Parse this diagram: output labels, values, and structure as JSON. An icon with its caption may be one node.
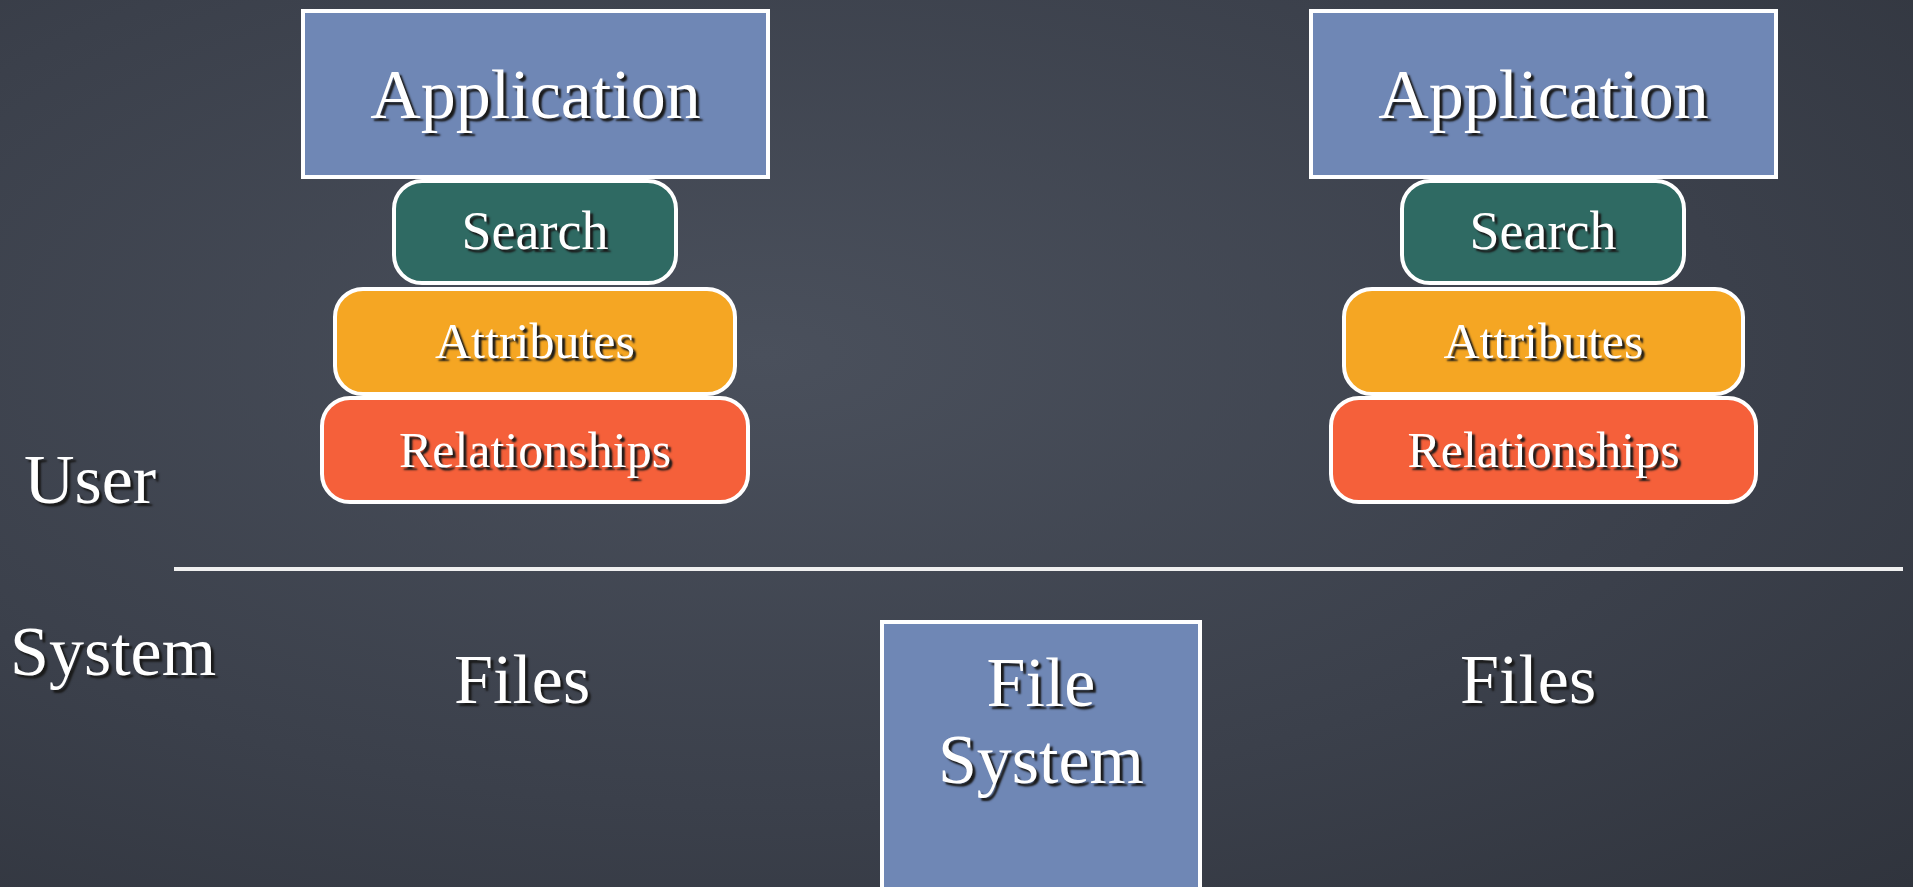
{
  "diagram": {
    "nodes": [
      {
        "text": [
          "Application"
        ]
      },
      {
        "text": [
          "Search"
        ]
      },
      {
        "text": [
          "Attributes"
        ]
      },
      {
        "text": [
          "Relationships"
        ]
      },
      {
        "text": [
          "Application"
        ]
      },
      {
        "text": [
          "Search"
        ]
      },
      {
        "text": [
          "Attributes"
        ]
      },
      {
        "text": [
          "Relationships"
        ]
      },
      {
        "text": [
          "File System"
        ]
      }
    ],
    "edges": [],
    "labels": [
      "User",
      "System",
      "Files",
      "Files"
    ]
  }
}
